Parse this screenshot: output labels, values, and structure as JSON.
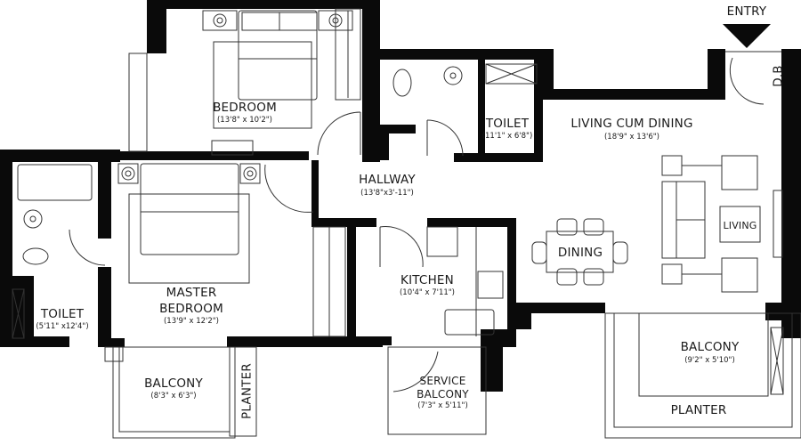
{
  "plan": {
    "entry_label": "ENTRY",
    "db_label": "D.B",
    "rooms": {
      "bedroom": {
        "name": "BEDROOM",
        "dims": "(13'8\" x 10'2\")"
      },
      "toilet_top": {
        "name": "TOILET",
        "dims": "(11'1\" x 6'8\")"
      },
      "living_dining": {
        "name": "LIVING CUM DINING",
        "dims": "(18'9\" x 13'6\")"
      },
      "hallway": {
        "name": "HALLWAY",
        "dims": "(13'8\"x3'-11\")"
      },
      "master_bedroom": {
        "name_line1": "MASTER",
        "name_line2": "BEDROOM",
        "dims": "(13'9\" x 12'2\")"
      },
      "toilet_left": {
        "name": "TOILET",
        "dims": "(5'11\" x12'4\")"
      },
      "kitchen": {
        "name": "KITCHEN",
        "dims": "(10'4\" x 7'11\")"
      },
      "balcony_left": {
        "name": "BALCONY",
        "dims": "(8'3\" x 6'3\")"
      },
      "planter_left": {
        "name": "PLANTER"
      },
      "service_balcony": {
        "name_line1": "SERVICE",
        "name_line2": "BALCONY",
        "dims": "(7'3\" x 5'11\")"
      },
      "balcony_right": {
        "name": "BALCONY",
        "dims": "(9'2\" x 5'10\")"
      },
      "planter_right": {
        "name": "PLANTER"
      }
    },
    "furniture_labels": {
      "dining": "DINING",
      "living": "LIVING"
    },
    "colors": {
      "wall": "#0a0a0a",
      "line": "#333333",
      "background": "#ffffff"
    }
  }
}
